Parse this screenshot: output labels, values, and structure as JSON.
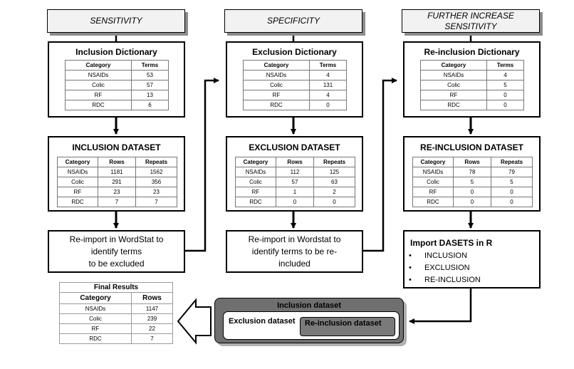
{
  "headers": {
    "sensitivity": "SENSITIVITY",
    "specificity": "SPECIFICITY",
    "further_line1": "FURTHER INCREASE",
    "further_line2": "SENSITIVITY"
  },
  "inclusion_dictionary": {
    "title": "Inclusion Dictionary",
    "columns": [
      "Category",
      "Terms"
    ],
    "rows": [
      [
        "NSAIDs",
        "53"
      ],
      [
        "Colic",
        "57"
      ],
      [
        "RF",
        "13"
      ],
      [
        "RDC",
        "6"
      ]
    ]
  },
  "exclusion_dictionary": {
    "title": "Exclusion Dictionary",
    "columns": [
      "Category",
      "Terms"
    ],
    "rows": [
      [
        "NSAIDs",
        "4"
      ],
      [
        "Colic",
        "131"
      ],
      [
        "RF",
        "4"
      ],
      [
        "RDC",
        "0"
      ]
    ]
  },
  "reinclusion_dictionary": {
    "title": "Re-inclusion Dictionary",
    "columns": [
      "Category",
      "Terms"
    ],
    "rows": [
      [
        "NSAIDs",
        "4"
      ],
      [
        "Colic",
        "5"
      ],
      [
        "RF",
        "0"
      ],
      [
        "RDC",
        "0"
      ]
    ]
  },
  "inclusion_dataset": {
    "title": "INCLUSION DATASET",
    "columns": [
      "Category",
      "Rows",
      "Repeats"
    ],
    "rows": [
      [
        "NSAIDs",
        "1181",
        "1562"
      ],
      [
        "Colic",
        "291",
        "356"
      ],
      [
        "RF",
        "23",
        "23"
      ],
      [
        "RDC",
        "7",
        "7"
      ]
    ]
  },
  "exclusion_dataset": {
    "title": "EXCLUSION DATASET",
    "columns": [
      "Category",
      "Rows",
      "Repeats"
    ],
    "rows": [
      [
        "NSAIDs",
        "112",
        "125"
      ],
      [
        "Colic",
        "57",
        "63"
      ],
      [
        "RF",
        "1",
        "2"
      ],
      [
        "RDC",
        "0",
        "0"
      ]
    ]
  },
  "reinclusion_dataset": {
    "title": "RE-INCLUSION DATASET",
    "columns": [
      "Category",
      "Rows",
      "Repeats"
    ],
    "rows": [
      [
        "NSAIDs",
        "78",
        "79"
      ],
      [
        "Colic",
        "5",
        "5"
      ],
      [
        "RF",
        "0",
        "0"
      ],
      [
        "RDC",
        "0",
        "0"
      ]
    ]
  },
  "reimport1": {
    "line1": "Re-import in WordStat to",
    "line2": "identify terms",
    "line3": "to be excluded"
  },
  "reimport2": {
    "line1": "Re-import in Wordstat to",
    "line2": "identify terms to be re-",
    "line3": "included"
  },
  "import_r": {
    "title": "Import DASETS in R",
    "items": [
      "INCLUSION",
      "EXCLUSION",
      "RE-INCLUSION"
    ]
  },
  "final_results": {
    "title": "Final Results",
    "columns": [
      "Category",
      "Rows"
    ],
    "rows": [
      [
        "NSAIDs",
        "1147"
      ],
      [
        "Colic",
        "239"
      ],
      [
        "RF",
        "22"
      ],
      [
        "RDC",
        "7"
      ]
    ]
  },
  "nested_datasets": {
    "outer": "Inclusion dataset",
    "middle": "Exclusion dataset",
    "inner": "Re-inclusion dataset"
  }
}
